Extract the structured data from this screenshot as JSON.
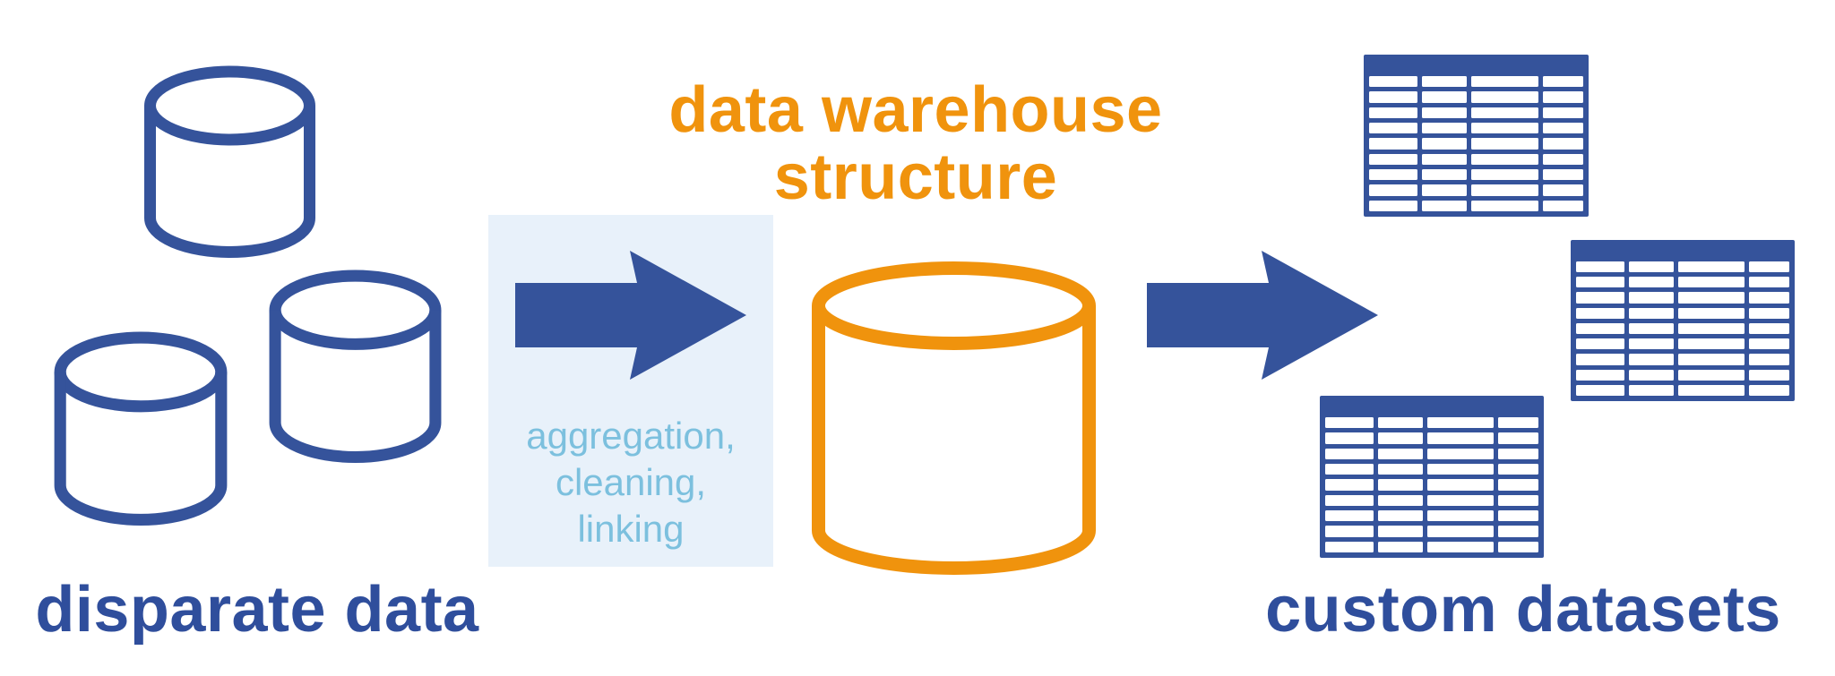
{
  "diagram_title": "data warehouse flow diagram",
  "colors": {
    "blue": "#35539B",
    "text_blue": "#2F4E9C",
    "orange": "#F0930D",
    "light_blue_text": "#7CC0DE",
    "box_bg": "#E8F1FA"
  },
  "stages": {
    "source": {
      "label": "disparate data",
      "icon": "database-cylinder",
      "icon_count": 3
    },
    "process": {
      "label": "aggregation,\ncleaning,\nlinking",
      "icon": "right-arrow"
    },
    "warehouse": {
      "label": "data warehouse\nstructure",
      "icon": "database-cylinder"
    },
    "transfer": {
      "icon": "right-arrow"
    },
    "output": {
      "label": "custom datasets",
      "icon": "data-table",
      "icon_count": 3
    }
  },
  "table_icon": {
    "rows": 9,
    "columns_fr": [
      1.2,
      1.1,
      1.65,
      1
    ]
  }
}
